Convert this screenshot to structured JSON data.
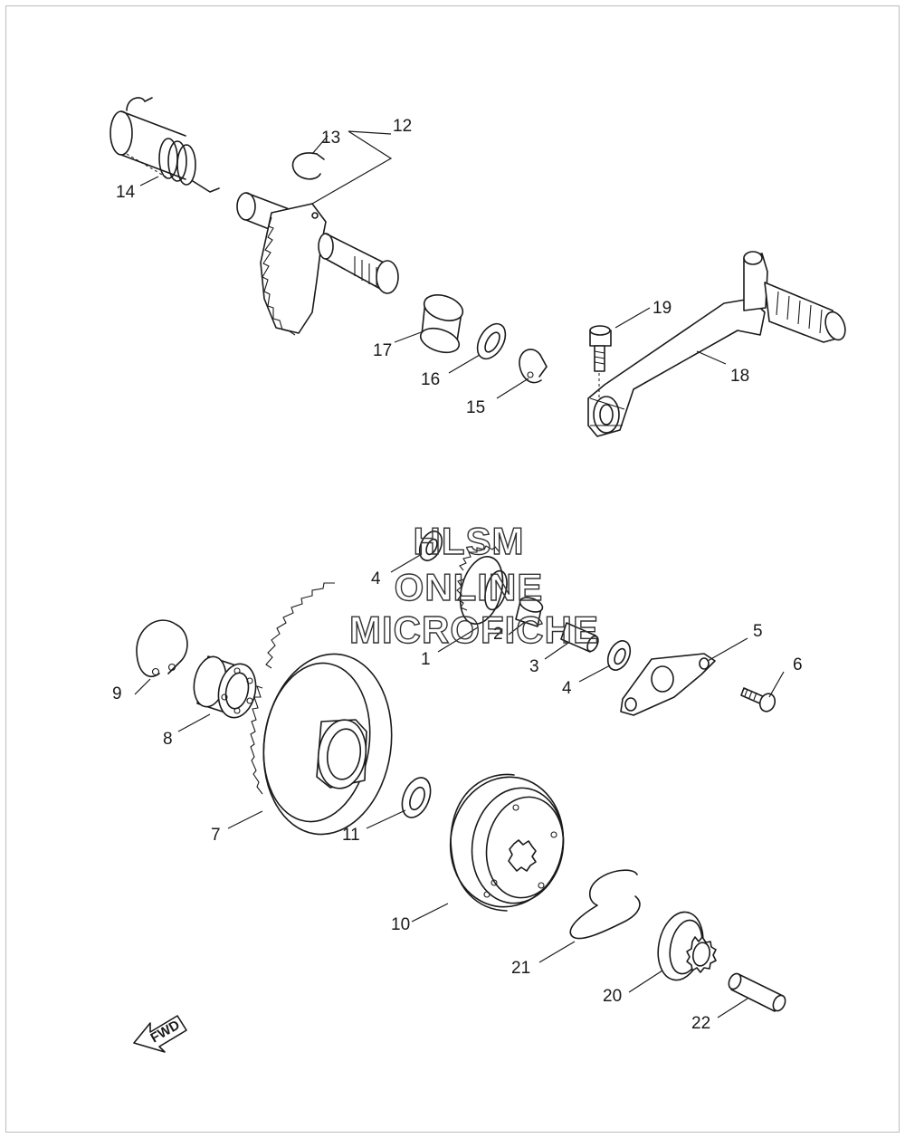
{
  "watermark": {
    "line1": "HLSM",
    "line2": "ONLINE",
    "line3": "MICROFICHE"
  },
  "direction_marker": "FWD",
  "callouts": {
    "c1": "1",
    "c2": "2",
    "c3": "3",
    "c4a": "4",
    "c4b": "4",
    "c5": "5",
    "c6": "6",
    "c7": "7",
    "c8": "8",
    "c9": "9",
    "c10": "10",
    "c11": "11",
    "c12": "12",
    "c13": "13",
    "c14": "14",
    "c15": "15",
    "c16": "16",
    "c17": "17",
    "c18": "18",
    "c19": "19",
    "c20": "20",
    "c21": "21",
    "c22": "22"
  }
}
